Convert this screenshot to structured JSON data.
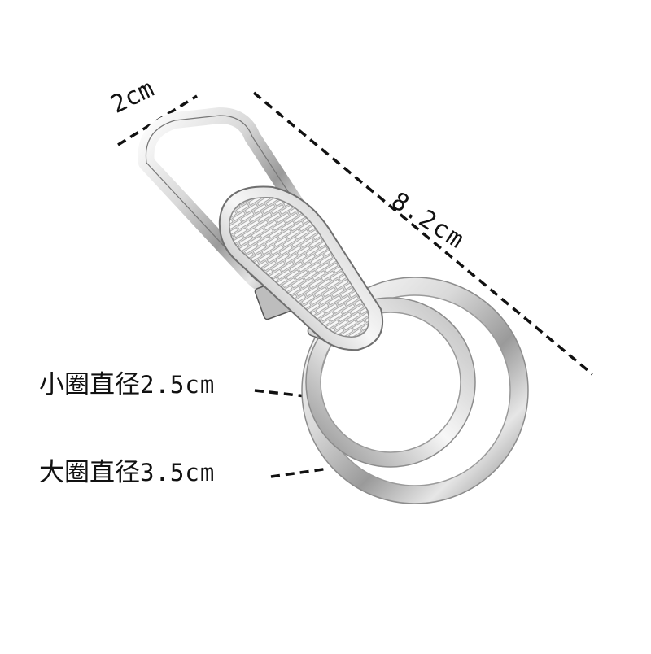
{
  "annotations": {
    "width": "2cm",
    "length": "8.2cm",
    "small_ring_text": "小圈直径",
    "small_ring_value": "2.5cm",
    "large_ring_text": "大圈直径",
    "large_ring_value": "3.5cm"
  },
  "colors": {
    "metal_light": "#f2f2f2",
    "metal_mid": "#c8c8c8",
    "metal_dark": "#7a7a7a",
    "line": "#111111"
  }
}
